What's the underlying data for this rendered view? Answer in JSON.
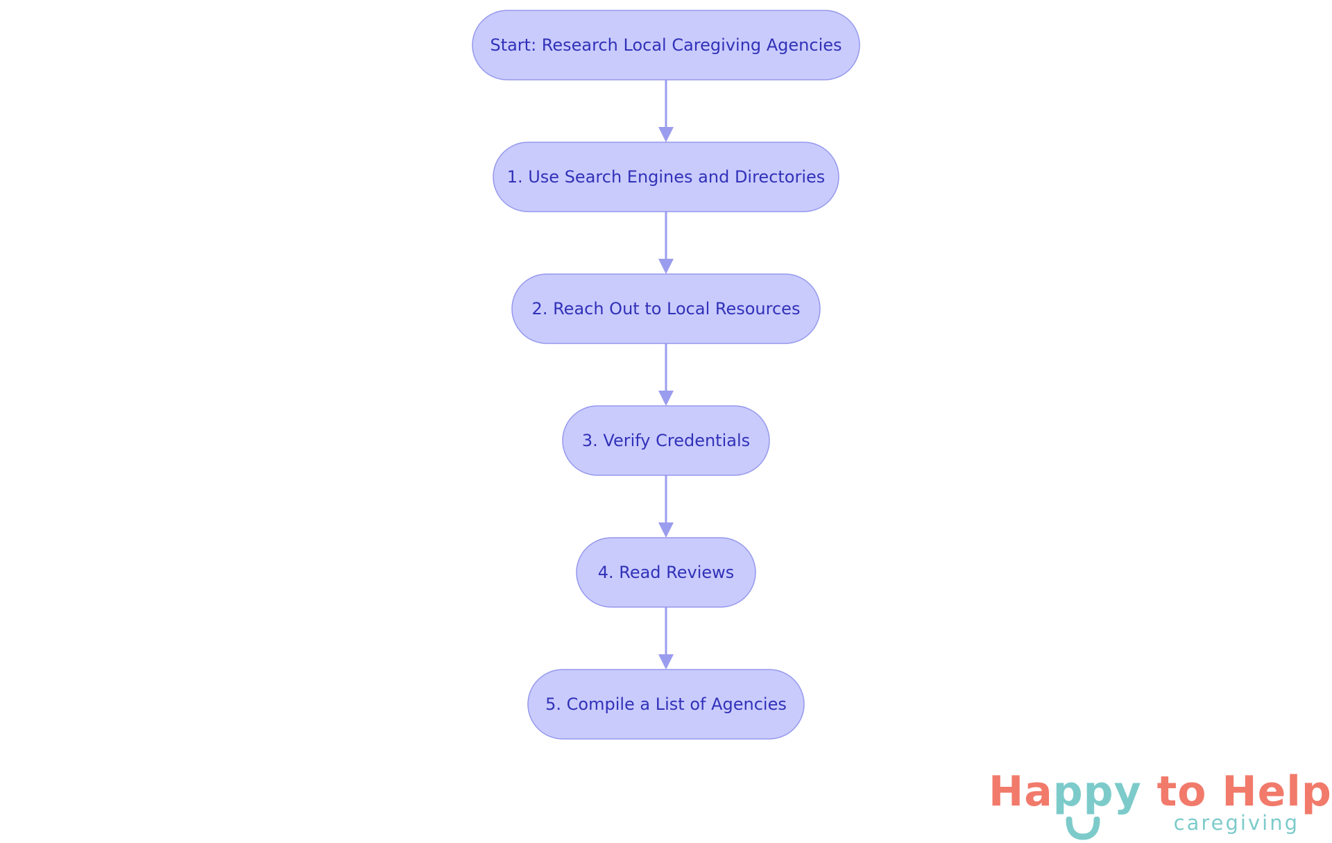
{
  "diagram": {
    "type": "flowchart",
    "direction": "top-to-bottom",
    "nodes": [
      {
        "id": "start",
        "label": "Start: Research Local Caregiving Agencies"
      },
      {
        "id": "step1",
        "label": "1. Use Search Engines and Directories"
      },
      {
        "id": "step2",
        "label": "2. Reach Out to Local Resources"
      },
      {
        "id": "step3",
        "label": "3. Verify Credentials"
      },
      {
        "id": "step4",
        "label": "4. Read Reviews"
      },
      {
        "id": "step5",
        "label": "5. Compile a List of Agencies"
      }
    ],
    "edges": [
      {
        "from": "start",
        "to": "step1"
      },
      {
        "from": "step1",
        "to": "step2"
      },
      {
        "from": "step2",
        "to": "step3"
      },
      {
        "from": "step3",
        "to": "step4"
      },
      {
        "from": "step4",
        "to": "step5"
      }
    ],
    "colors": {
      "node_fill": "#c9cbfd",
      "node_stroke": "#9598ec",
      "node_text": "#3131b8",
      "edge": "#9a9cee"
    }
  },
  "logo": {
    "parts": [
      {
        "text": "Ha",
        "color": "#f17a6b"
      },
      {
        "text": "ppy",
        "color": "#7ccbca"
      },
      {
        "text": " to Help",
        "color": "#f17a6b"
      }
    ],
    "subtitle": "caregiving",
    "subtitle_color": "#7ccbca",
    "smile_color": "#7ccbca"
  }
}
